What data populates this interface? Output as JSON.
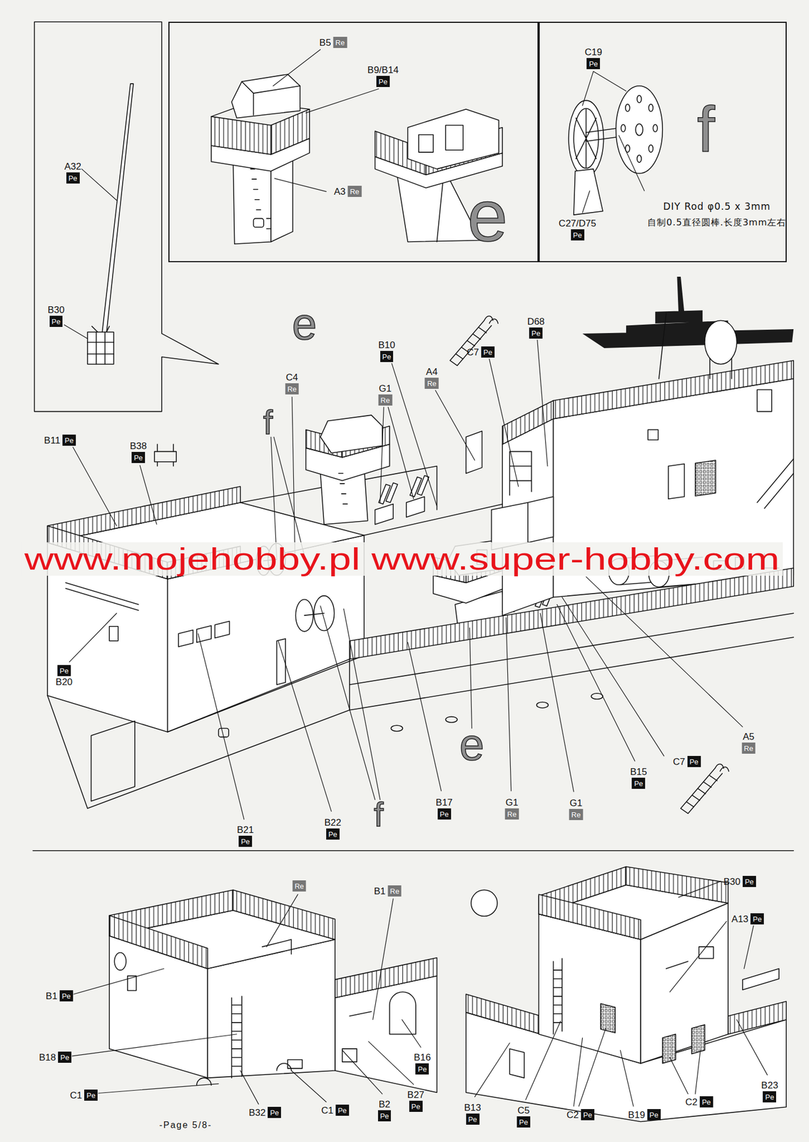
{
  "diagram": {
    "nodes": [
      {
        "text": [
          "A32",
          "Pe"
        ]
      },
      {
        "text": [
          "B30",
          "Pe"
        ]
      },
      {
        "text": [
          "e"
        ]
      },
      {
        "text": [
          "B5",
          "Re"
        ],
        "in": 2
      },
      {
        "text": [
          "B9/B14",
          "Pe"
        ],
        "in": 2
      },
      {
        "text": [
          "A3",
          "Re"
        ],
        "in": 2
      },
      {
        "text": [
          "f",
          "DIY Rod φ0.5 x 3mm",
          "自制0.5直径圆棒.长度3mm左右"
        ]
      },
      {
        "text": [
          "C19",
          "Pe"
        ],
        "in": 6
      },
      {
        "text": [
          "C27/D75",
          "Pe"
        ],
        "in": 6
      },
      {
        "text": [
          "D68",
          "Pe"
        ]
      },
      {
        "text": [
          "B10",
          "Pe"
        ]
      },
      {
        "text": [
          "C7",
          "Pe"
        ]
      },
      {
        "text": [
          "A4",
          "Re"
        ]
      },
      {
        "text": [
          "C4",
          "Re"
        ]
      },
      {
        "text": [
          "G1",
          "Re"
        ]
      },
      {
        "text": [
          "B11",
          "Pe"
        ]
      },
      {
        "text": [
          "B38",
          "Pe"
        ]
      },
      {
        "text": [
          "B20",
          "Pe"
        ]
      },
      {
        "text": [
          "A5",
          "Re"
        ]
      },
      {
        "text": [
          "C7",
          "Pe"
        ]
      },
      {
        "text": [
          "B15",
          "Pe"
        ]
      },
      {
        "text": [
          "B17",
          "Pe"
        ]
      },
      {
        "text": [
          "G1",
          "Re"
        ]
      },
      {
        "text": [
          "G1",
          "Re"
        ]
      },
      {
        "text": [
          "B22",
          "Pe"
        ]
      },
      {
        "text": [
          "B21",
          "Pe"
        ]
      },
      {
        "text": [
          "B30",
          "Pe"
        ]
      },
      {
        "text": [
          "Re"
        ]
      },
      {
        "text": [
          "B1",
          "Re"
        ]
      },
      {
        "text": [
          "A13",
          "Pe"
        ]
      },
      {
        "text": [
          "B1",
          "Pe"
        ]
      },
      {
        "text": [
          "B16",
          "Pe"
        ]
      },
      {
        "text": [
          "B18",
          "Pe"
        ]
      },
      {
        "text": [
          "B23",
          "Pe"
        ]
      },
      {
        "text": [
          "B27",
          "Pe"
        ]
      },
      {
        "text": [
          "C1",
          "Pe"
        ]
      },
      {
        "text": [
          "B2",
          "Pe"
        ]
      },
      {
        "text": [
          "C2",
          "Pe"
        ]
      },
      {
        "text": [
          "B13",
          "Pe"
        ]
      },
      {
        "text": [
          "C5",
          "Pe"
        ]
      },
      {
        "text": [
          "C1",
          "Pe"
        ]
      },
      {
        "text": [
          "B32",
          "Pe"
        ]
      },
      {
        "text": [
          "C2",
          "Pe"
        ]
      },
      {
        "text": [
          "B19",
          "Pe"
        ]
      }
    ],
    "labels": [
      "e",
      "f",
      "www.mojehobby.pl www.super-hobby.com",
      "e",
      "f",
      "-Page 5/8-"
    ]
  }
}
